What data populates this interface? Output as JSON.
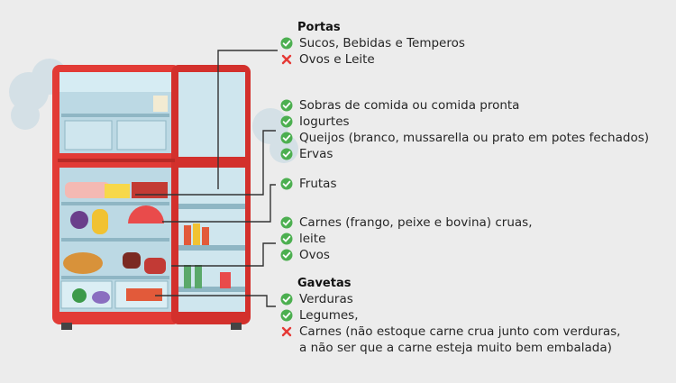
{
  "sections": {
    "doors": {
      "title": "Portas",
      "items": [
        {
          "text": "Sucos, Bebidas e Temperos",
          "status": "ok"
        },
        {
          "text": "Ovos e Leite",
          "status": "no"
        }
      ]
    },
    "top_shelf": {
      "items": [
        {
          "text": "Sobras de comida ou comida pronta",
          "status": "ok"
        },
        {
          "text": "Iogurtes",
          "status": "ok"
        },
        {
          "text": "Queijos (branco, mussarella ou prato em potes fechados)",
          "status": "ok"
        },
        {
          "text": "Ervas",
          "status": "ok"
        }
      ]
    },
    "second_shelf": {
      "items": [
        {
          "text": "Frutas",
          "status": "ok"
        }
      ]
    },
    "third_shelf": {
      "items": [
        {
          "text": "Carnes (frango, peixe e bovina) cruas,",
          "status": "ok"
        },
        {
          "text": "leite",
          "status": "ok"
        },
        {
          "text": "Ovos",
          "status": "ok"
        }
      ]
    },
    "drawers": {
      "title": "Gavetas",
      "items": [
        {
          "text": "Verduras",
          "status": "ok"
        },
        {
          "text": "Legumes,",
          "status": "ok"
        },
        {
          "text": "Carnes (não estoque carne crua junto com verduras,",
          "status": "no"
        },
        {
          "text": "a não ser que a carne esteja muito bem embalada)",
          "status": "none"
        }
      ]
    }
  },
  "colors": {
    "ok": "#4caf50",
    "no": "#e53935",
    "fridge_red": "#e23b36",
    "fridge_inside": "#cfe6ee",
    "leader_line": "#333333"
  }
}
